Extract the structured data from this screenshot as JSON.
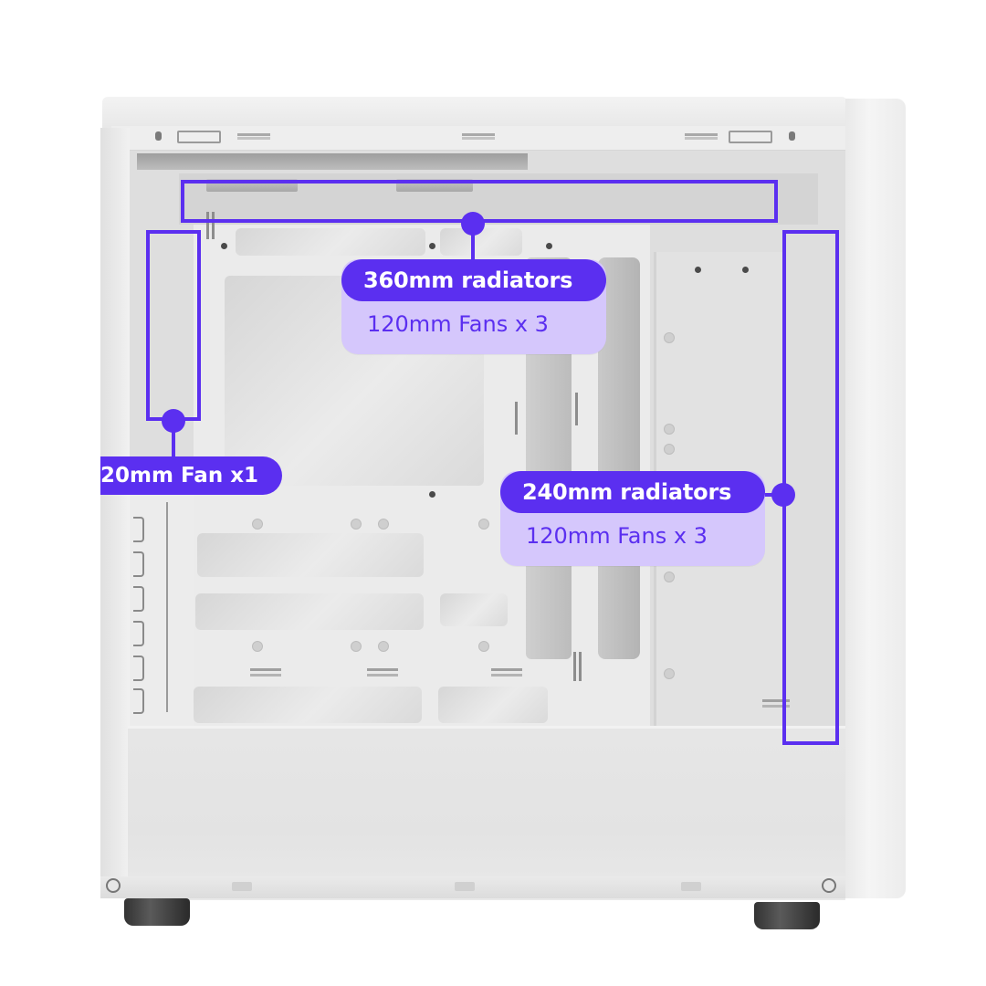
{
  "diagram": {
    "subject": "PC case side view with radiator/fan mounting annotations",
    "accent_color": "#5b2ff0",
    "callout_bg_color": "#d5c7fc",
    "case_color": "#e8e8e8"
  },
  "annotations": {
    "top": {
      "title": "360mm radiators",
      "subtitle": "120mm Fans x 3",
      "zone": "top-mount"
    },
    "rear": {
      "title": "20mm Fan x1",
      "zone": "rear-mount"
    },
    "front": {
      "title": "240mm radiators",
      "subtitle": "120mm Fans x 3",
      "zone": "front-mount"
    }
  }
}
